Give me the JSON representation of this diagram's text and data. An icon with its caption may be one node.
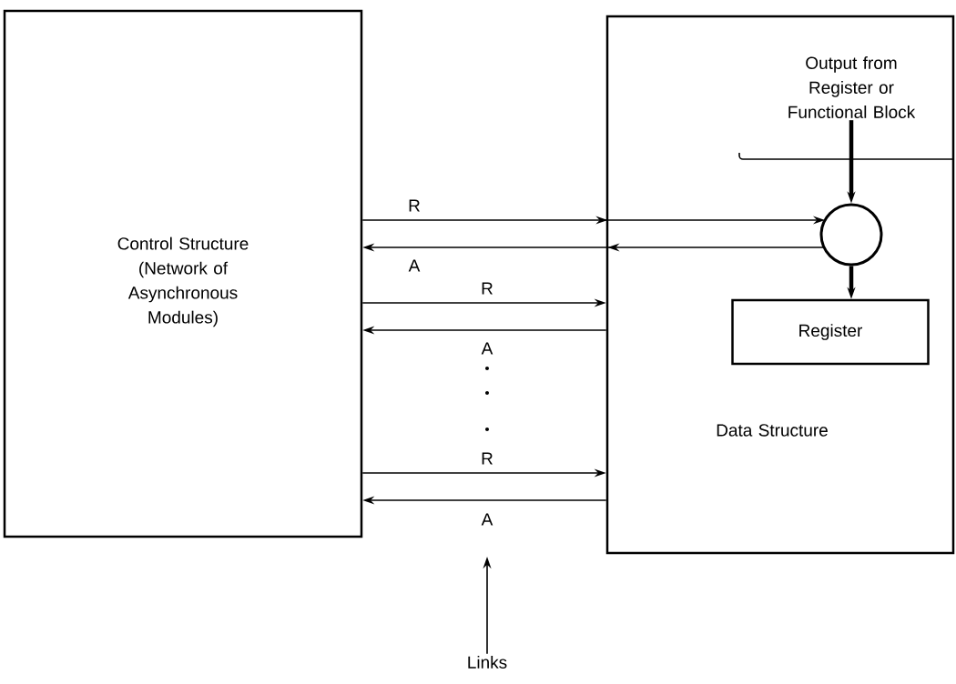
{
  "diagram": {
    "nodes": [
      {
        "text": [
          "Control Structure (Network of Asynchronous Modules)"
        ]
      },
      {
        "text": [
          "Data Structure"
        ]
      },
      {
        "text": [
          "Output from Register or Functional Block"
        ],
        "in": 1
      },
      {
        "text": [],
        "shape": "circle",
        "in": 1
      },
      {
        "text": [
          "Register"
        ],
        "in": 1
      },
      {
        "text": [
          "Links"
        ]
      }
    ],
    "edges": [
      {
        "from": 0,
        "to": 3,
        "arrow": "to",
        "label": "R"
      },
      {
        "from": 3,
        "to": 0,
        "arrow": "to",
        "label": "A"
      },
      {
        "from": 0,
        "to": 1,
        "arrow": "to",
        "label": "R"
      },
      {
        "from": 1,
        "to": 0,
        "arrow": "to",
        "label": "A"
      },
      {
        "from": 0,
        "to": 1,
        "arrow": "to",
        "label": "R"
      },
      {
        "from": 1,
        "to": 0,
        "arrow": "to",
        "label": "A"
      },
      {
        "from": 2,
        "to": 3,
        "arrow": "to",
        "style": "thick"
      },
      {
        "from": 3,
        "to": 4,
        "arrow": "to",
        "style": "thick"
      },
      {
        "from": 5,
        "to": null,
        "arrow": "to"
      }
    ]
  }
}
